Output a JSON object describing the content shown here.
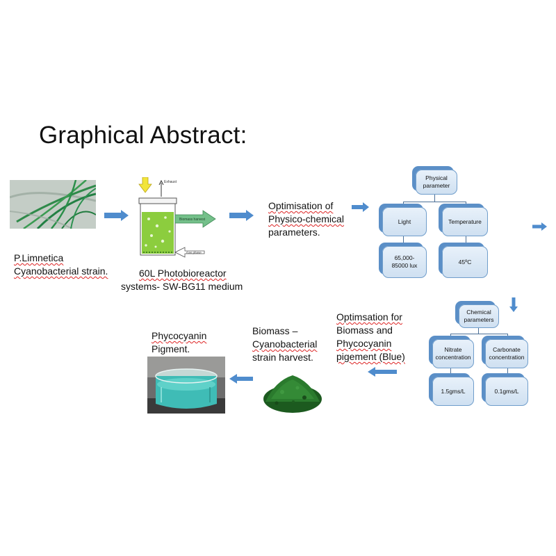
{
  "title": "Graphical Abstract:",
  "strain": {
    "line1": "P.Limnetica",
    "line2": "Cyanobacterial strain."
  },
  "reactor": {
    "line1": "60L Photobioreactor",
    "line2": "systems- SW-BG11 medium",
    "labels": {
      "exhaust": "Exhaust",
      "biomass_harvest": "Biomass harvest",
      "gas_phase": "Gas phase"
    }
  },
  "optimisation": {
    "line1": "Optimisation of",
    "line2": "Physico-chemical",
    "line3": "parameters."
  },
  "physical_tree": {
    "root": "Physical parameter",
    "light": "Light",
    "temperature": "Temperature",
    "light_value": "65,000-85000 lux",
    "temperature_value": "45ºC"
  },
  "chemical_tree": {
    "root": "Chemical parameters",
    "nitrate": "Nitrate concentration",
    "carbonate": "Carbonate concentration",
    "nitrate_value": "1.5gms/L",
    "carbonate_value": "0.1gms/L"
  },
  "optimisation_biomass": {
    "line1": "Optimsation for",
    "line2": "Biomass and",
    "line3": "Phycocyanin",
    "line4": "pigement (Blue)"
  },
  "biomass": {
    "line1": "Biomass –",
    "line2": "Cyanobacterial",
    "line3": "strain harvest."
  },
  "pigment": {
    "line1": "Phycocyanin",
    "line2": "Pigment."
  },
  "colors": {
    "arrow": "#4f8ccd",
    "box_border": "#6f9dcb",
    "box_fill": "#dbe8f5",
    "algae_green": "#2a7a3a",
    "pigment_cyan": "#3fbcb6"
  }
}
